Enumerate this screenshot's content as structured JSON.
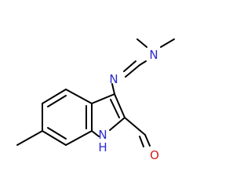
{
  "molecule": {
    "atoms": {
      "imine_n": "N",
      "amine_n": "N",
      "ring_n": "N",
      "ring_h": "H",
      "aldehyde_o": "O"
    },
    "colors": {
      "nitrogen": "#2a2ad2",
      "oxygen": "#d22020",
      "bond": "#000000"
    }
  }
}
